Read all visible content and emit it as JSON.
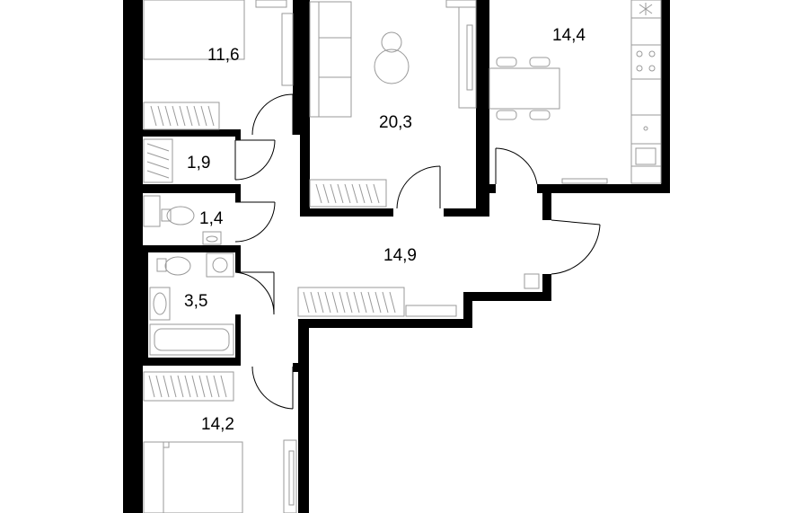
{
  "rooms": [
    {
      "name": "bedroom-top",
      "area": "11,6"
    },
    {
      "name": "living-room",
      "area": "20,3"
    },
    {
      "name": "kitchen",
      "area": "14,4"
    },
    {
      "name": "closet",
      "area": "1,9"
    },
    {
      "name": "toilet",
      "area": "1,4"
    },
    {
      "name": "bathroom",
      "area": "3,5"
    },
    {
      "name": "hallway",
      "area": "14,9"
    },
    {
      "name": "bedroom-bottom",
      "area": "14,2"
    }
  ],
  "colors": {
    "wall": "#000000",
    "furniture": "#9a9a9a"
  }
}
